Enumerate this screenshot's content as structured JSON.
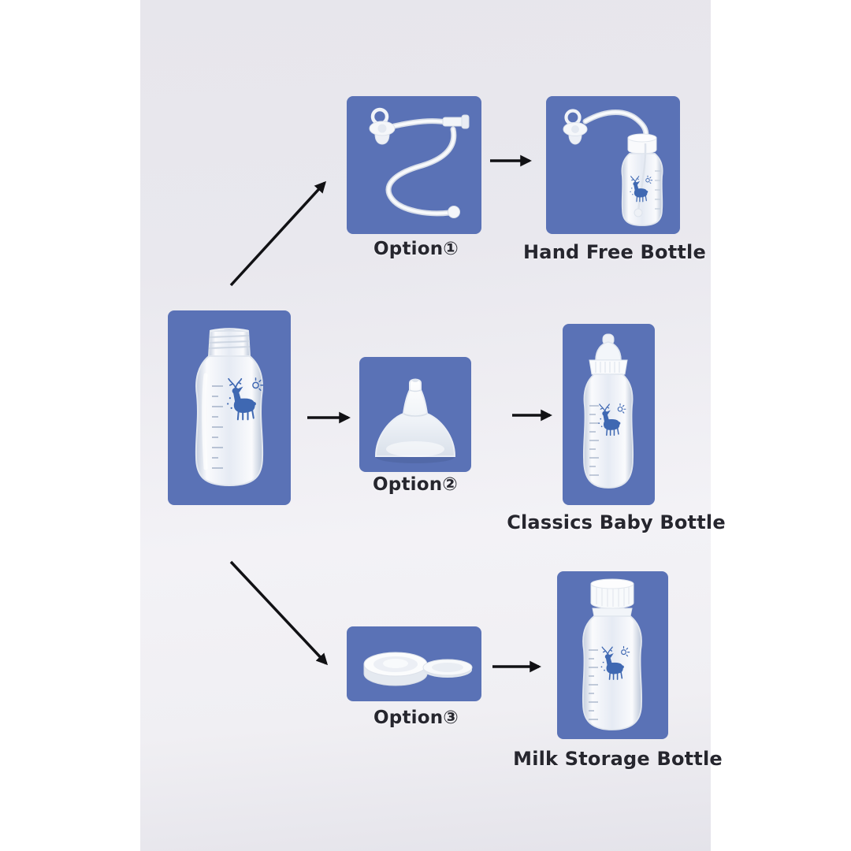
{
  "theme": {
    "card_color": "#5a72b6",
    "arrow_color": "#111114",
    "text_color": "#26262e",
    "panel_top": "#e7e6ec",
    "panel_bottom": "#f0eff3"
  },
  "diagram": {
    "rows": [
      {
        "option_label": "Option①",
        "result_label": "Hand Free Bottle"
      },
      {
        "option_label": "Option②",
        "result_label": "Classics Baby Bottle"
      },
      {
        "option_label": "Option③",
        "result_label": "Milk Storage Bottle"
      }
    ],
    "icons": {
      "base": "wide-neck-bottle-icon",
      "option1": "pacifier-tube-kit-icon",
      "option2": "wide-neck-teat-icon",
      "option3": "sealing-discs-icon",
      "result1": "hands-free-bottle-icon",
      "result2": "classic-baby-bottle-icon",
      "result3": "milk-storage-bottle-icon"
    }
  }
}
